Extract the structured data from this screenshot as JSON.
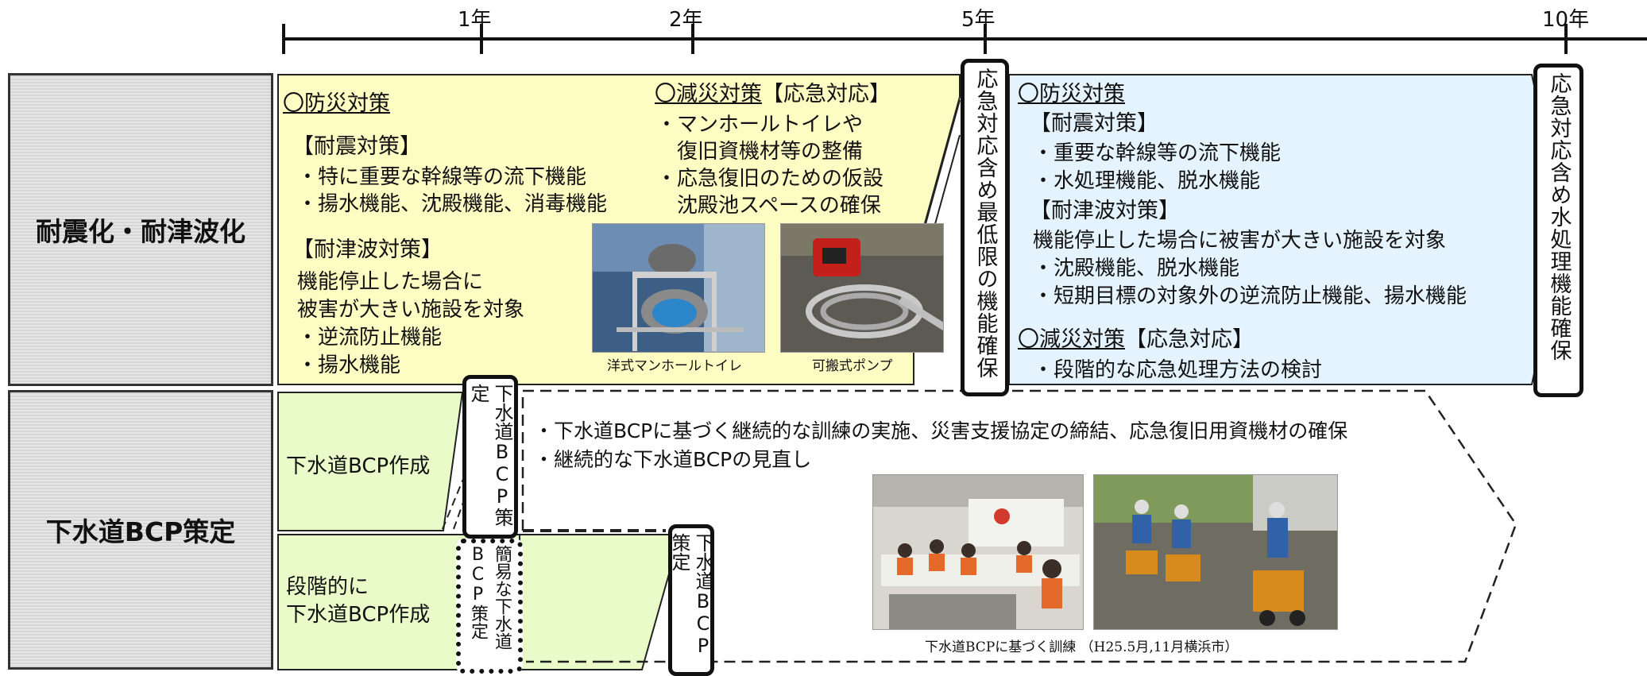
{
  "timeline": {
    "ticks": [
      {
        "label": "1年"
      },
      {
        "label": "2年"
      },
      {
        "label": "5年"
      },
      {
        "label": "10年"
      }
    ]
  },
  "rows": {
    "seismic": {
      "label": "耐震化・耐津波化"
    },
    "bcp": {
      "label": "下水道BCP策定"
    }
  },
  "phase1": {
    "prevention_title": "〇防災対策",
    "seismic_heading": "【耐震対策】",
    "seismic_items": [
      "・特に重要な幹線等の流下機能",
      "・揚水機能、沈殿機能、消毒機能"
    ],
    "tsunami_heading": "【耐津波対策】",
    "tsunami_lines": [
      "機能停止した場合に",
      "被害が大きい施設を対象",
      "・逆流防止機能",
      "・揚水機能"
    ],
    "mitigation_title_ul": "〇減災対策",
    "mitigation_title_rest": "【応急対応】",
    "mitigation_lines": [
      "・マンホールトイレや",
      "　復旧資機材等の整備",
      "・応急復旧のための仮設",
      "　沈殿池スペースの確保"
    ],
    "photo_captions": [
      "洋式マンホールトイレ",
      "可搬式ポンプ"
    ]
  },
  "milestone_5y": "応急対応含め最低限の機能確保",
  "phase2": {
    "prevention_title": "〇防災対策",
    "seismic_heading": "【耐震対策】",
    "seismic_items": [
      "・重要な幹線等の流下機能",
      "・水処理機能、脱水機能"
    ],
    "tsunami_heading": "【耐津波対策】",
    "tsunami_lines": [
      "機能停止した場合に被害が大きい施設を対象",
      "・沈殿機能、脱水機能",
      "・短期目標の対象外の逆流防止機能、揚水機能"
    ],
    "mitigation_title_ul": "〇減災対策",
    "mitigation_title_rest": "【応急対応】",
    "mitigation_lines": [
      "・段階的な応急処理方法の検討"
    ]
  },
  "milestone_10y": "応急対応含め水処理機能確保",
  "bcp": {
    "create_label": "下水道BCP作成",
    "staged_lines": [
      "段階的に",
      "下水道BCP作成"
    ],
    "milestone_bcp": "下水道BCP策定",
    "milestone_simple": "簡易な下水道BCP策定",
    "milestone_bcp_2y": "下水道BCP策定",
    "continuous_lines": [
      "・下水道BCPに基づく継続的な訓練の実施、災害支援協定の締結、応急復旧用資機材の確保",
      "・継続的な下水道BCPの見直し"
    ],
    "training_caption": "下水道BCPに基づく訓練 （H25.5月,11月横浜市）"
  },
  "colors": {
    "phase1_fill": "#fdfcc2",
    "phase2_fill": "#e4f3fd",
    "bcp_fill": "#e8fbc9",
    "label_gray": "#dedede"
  }
}
